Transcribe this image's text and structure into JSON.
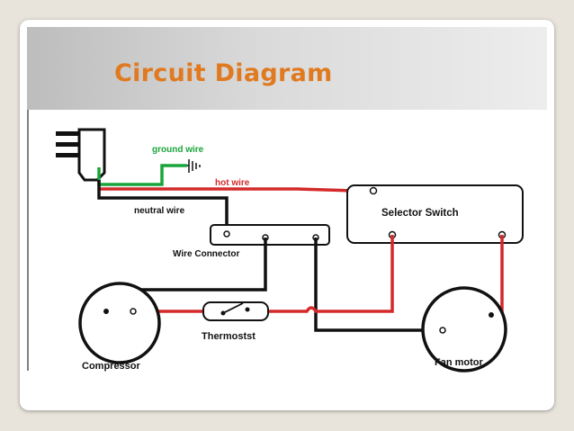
{
  "slide": {
    "title": "Circuit Diagram"
  },
  "diagram": {
    "labels": {
      "ground_wire": "ground wire",
      "hot_wire": "hot wire",
      "neutral_wire": "neutral wire",
      "wire_connector": "Wire Connector",
      "selector_switch": "Selector Switch",
      "thermostat": "Thermostst",
      "compressor": "Compressor",
      "fan_motor": "Fan motor"
    },
    "colors": {
      "title": "#e07a20",
      "ground_wire": "#1aa53a",
      "hot_wire": "#d42a2a",
      "neutral_wire": "#111111",
      "ground_label": "#1aa53a",
      "hot_label": "#d42a2a"
    }
  }
}
